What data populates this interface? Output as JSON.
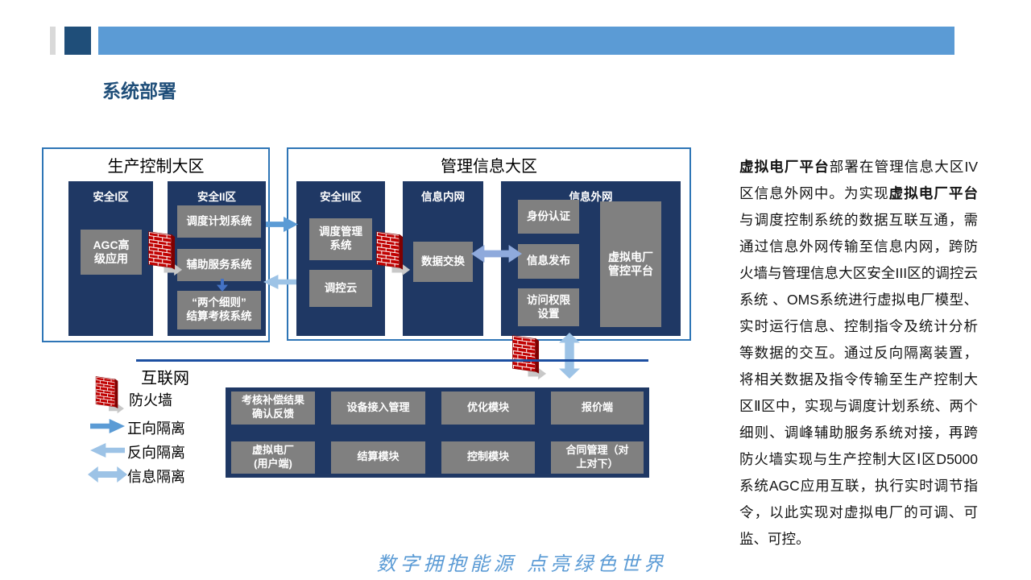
{
  "header": {
    "title": "系统部署"
  },
  "diagram": {
    "production": {
      "title": "生产控制大区",
      "zone1_title": "安全I区",
      "zone1_item": "AGC高\n级应用",
      "zone2_title": "安全II区",
      "zone2_items": [
        "调度计划系统",
        "辅助服务系统",
        "“两个细则”\n结算考核系统"
      ]
    },
    "management": {
      "title": "管理信息大区",
      "zone3_title": "安全III区",
      "zone3_items": [
        "调度管理\n系统",
        "调控云"
      ],
      "intranet_title": "信息内网",
      "intranet_item": "数据交换",
      "extranet_title": "信息外网",
      "extranet_items": [
        "身份认证",
        "信息发布",
        "访问权限\n设置"
      ],
      "platform": "虚拟电厂\n管控平台"
    },
    "internet": {
      "label": "互联网",
      "modules": [
        [
          "考核补偿结果\n确认反馈",
          "设备接入管理",
          "优化模块",
          "报价端"
        ],
        [
          "虚拟电厂\n(用户端)",
          "结算模块",
          "控制模块",
          "合同管理（对\n上对下）"
        ]
      ]
    },
    "legend": {
      "firewall": "防火墙",
      "forward": "正向隔离",
      "reverse": "反向隔离",
      "info": "信息隔离"
    }
  },
  "sidebar": {
    "segments": [
      {
        "text": "虚拟电厂平台",
        "bold": true
      },
      {
        "text": "部署在管理信息大区IV区信息外网中。为实现",
        "bold": false
      },
      {
        "text": "虚拟电厂平台",
        "bold": true
      },
      {
        "text": "与调度控制系统的数据互联互通，需通过信息外网传输至信息内网，跨防火墙与管理信息大区安全III区的调控云系统 、OMS系统进行虚拟电厂模型、实时运行信息、控制指令及统计分析等数据的交互。通过反向隔离装置，将相关数据及指令传输至生产控制大区Ⅱ区中，实现与调度计划系统、两个细则、调峰辅助服务系统对接，再跨防火墙实现与生产控制大区Ⅰ区D5000系统AGC应用互联，执行实时调节指令，以此实现对虚拟电厂的可调、可监、可控。",
        "bold": false
      }
    ]
  },
  "footer": {
    "slogan": "数字拥抱能源  点亮绿色世界"
  },
  "colors": {
    "navy": "#1F3864",
    "cell_gray": "#808080",
    "box_border_blue": "#2E75B6",
    "top_bar_blue": "#5B9BD5",
    "accent_navy": "#1F4E79",
    "arrow_forward": "#5B9BD5",
    "arrow_reverse": "#9DC3E6",
    "arrow_info": "#8FAADC",
    "firewall_red": "#C00000",
    "slogan_blue": "#5B9BD5"
  }
}
